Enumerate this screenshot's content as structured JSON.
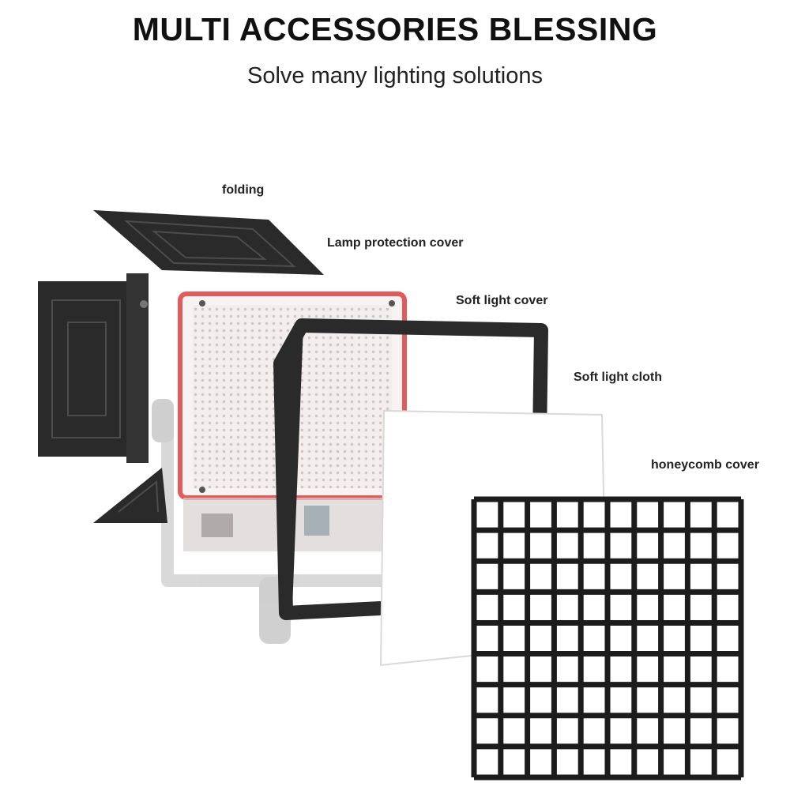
{
  "header": {
    "title": "MULTI ACCESSORIES BLESSING",
    "subtitle": "Solve many lighting solutions"
  },
  "labels": {
    "folding": "folding",
    "lamp_protection_cover": "Lamp protection cover",
    "soft_light_cover": "Soft light cover",
    "soft_light_cloth": "Soft light cloth",
    "honeycomb_cover": "honeycomb cover"
  },
  "colors": {
    "panel_frame": "#e35a5a",
    "barndoor": "#2a2a2a",
    "grid": "#1c1c1c",
    "stand": "#b9b9b9"
  }
}
